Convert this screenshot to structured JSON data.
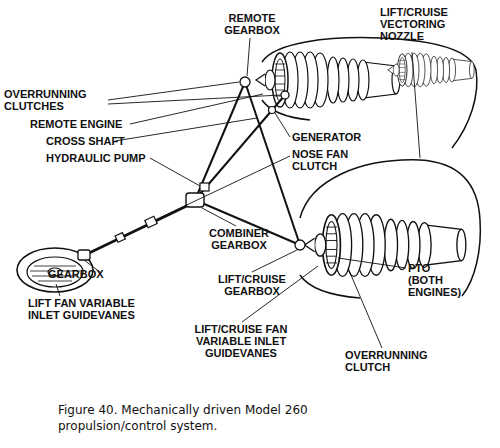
{
  "diagram": {
    "caption": "Figure 40. Mechanically driven Model 260 propulsion/control system.",
    "labels": [
      "REMOTE GEARBOX",
      "LIFT/CRUISE VECTORING NOZZLE",
      "OVERRUNNING CLUTCHES",
      "REMOTE ENGINE",
      "GENERATOR",
      "CROSS SHAFT",
      "NOSE FAN CLUTCH",
      "HYDRAULIC PUMP",
      "COMBINER GEARBOX",
      "GEARBOX",
      "LIFT FAN VARIABLE INLET GUIDEVANES",
      "LIFT/CRUISE GEARBOX",
      "PTO (BOTH ENGINES)",
      "LIFT/CRUISE FAN VARIABLE INLET GUIDEVANES",
      "OVERRUNNING CLUTCH"
    ]
  }
}
